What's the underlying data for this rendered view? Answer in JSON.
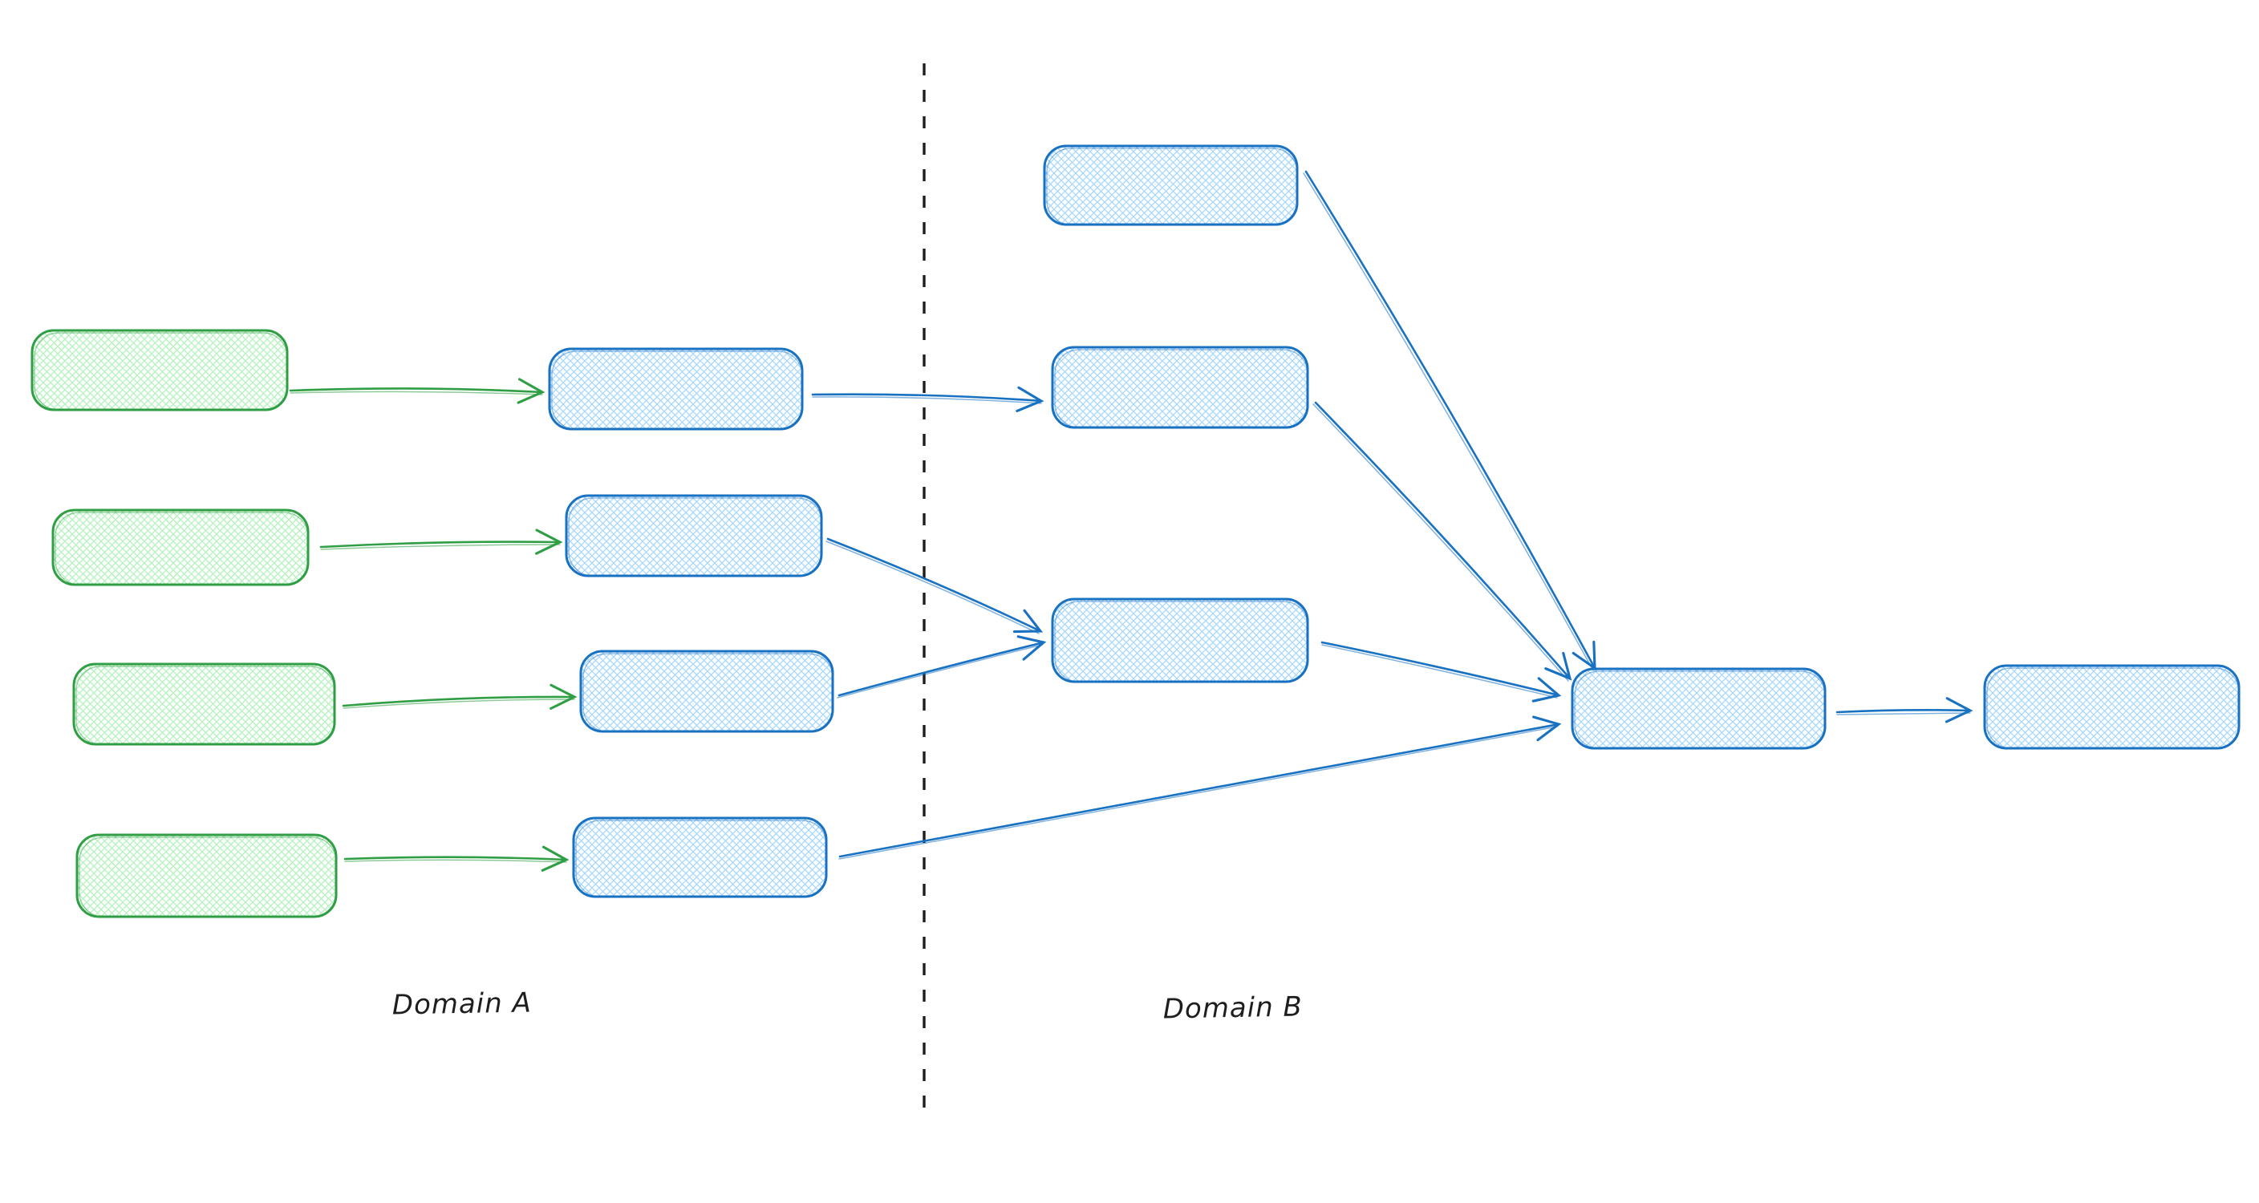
{
  "labels": {
    "domain_a": "Domain A",
    "domain_b": "Domain B"
  },
  "colors": {
    "green-stroke": "#2f9e44",
    "green-fill": "#b2f2bb",
    "blue-stroke": "#1971c2",
    "blue-fill": "#a5d8ff",
    "ink": "#1e1e1e",
    "background": "#ffffff"
  },
  "diagram": {
    "type": "hand-drawn-flow",
    "style": "sketch, cross-hatch filled rounded rectangles, no text inside nodes",
    "domains": [
      {
        "label": "Domain A",
        "nodes": [
          "green-source-1",
          "green-source-2",
          "green-source-3",
          "green-source-4",
          "blue-node-a1",
          "blue-node-a2",
          "blue-node-a3",
          "blue-node-a4"
        ]
      },
      {
        "label": "Domain B",
        "nodes": [
          "blue-node-b1",
          "blue-node-b2",
          "blue-node-b3",
          "blue-hub",
          "blue-output"
        ]
      }
    ],
    "edges": [
      {
        "from": "green-source-1",
        "to": "blue-node-a1",
        "color": "green"
      },
      {
        "from": "green-source-2",
        "to": "blue-node-a2",
        "color": "green"
      },
      {
        "from": "green-source-3",
        "to": "blue-node-a3",
        "color": "green"
      },
      {
        "from": "green-source-4",
        "to": "blue-node-a4",
        "color": "green"
      },
      {
        "from": "blue-node-a1",
        "to": "blue-node-b2",
        "color": "blue"
      },
      {
        "from": "blue-node-a2",
        "to": "blue-node-b3",
        "color": "blue"
      },
      {
        "from": "blue-node-a3",
        "to": "blue-node-b3",
        "color": "blue"
      },
      {
        "from": "blue-node-a4",
        "to": "blue-hub",
        "color": "blue"
      },
      {
        "from": "blue-node-b1",
        "to": "blue-hub",
        "color": "blue"
      },
      {
        "from": "blue-node-b2",
        "to": "blue-hub",
        "color": "blue"
      },
      {
        "from": "blue-node-b3",
        "to": "blue-hub",
        "color": "blue"
      },
      {
        "from": "blue-hub",
        "to": "blue-output",
        "color": "blue"
      }
    ],
    "divider": {
      "style": "dashed vertical line",
      "separates": [
        "Domain A",
        "Domain B"
      ]
    }
  }
}
